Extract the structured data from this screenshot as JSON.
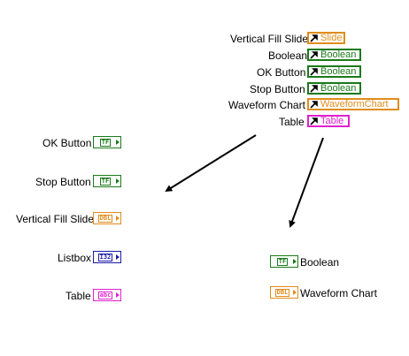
{
  "references": [
    {
      "label": "Vertical Fill Slide",
      "ref_text": "Slide",
      "color": "#e08c1c"
    },
    {
      "label": "Boolean",
      "ref_text": "Boolean",
      "color": "#1a7a1a"
    },
    {
      "label": "OK Button",
      "ref_text": "Boolean",
      "color": "#1a7a1a"
    },
    {
      "label": "Stop Button",
      "ref_text": "Boolean",
      "color": "#1a7a1a"
    },
    {
      "label": "Waveform Chart",
      "ref_text": "WaveformChart",
      "color": "#e08c1c"
    },
    {
      "label": "Table",
      "ref_text": "Table",
      "color": "#e020d0"
    }
  ],
  "controls_left": [
    {
      "label": "OK Button",
      "terminal": "TF",
      "color": "#1a7a1a"
    },
    {
      "label": "Stop Button",
      "terminal": "TF",
      "color": "#1a7a1a"
    },
    {
      "label": "Vertical Fill Slide",
      "terminal": "DBL",
      "color": "#e08c1c"
    },
    {
      "label": "Listbox",
      "terminal": "I32",
      "color": "#1a1aa8"
    },
    {
      "label": "Table",
      "terminal": "abc",
      "color": "#e020d0"
    }
  ],
  "controls_right": [
    {
      "label": "Boolean",
      "terminal": "TF",
      "color": "#1a7a1a"
    },
    {
      "label": "Waveform Chart",
      "terminal": "DBL",
      "color": "#e08c1c"
    }
  ]
}
